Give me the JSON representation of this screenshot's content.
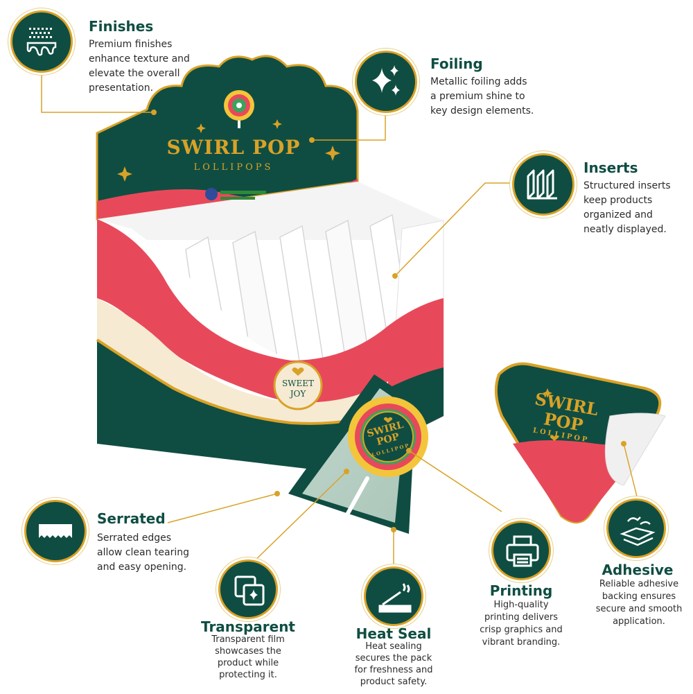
{
  "features": {
    "finishes": {
      "title": "Finishes",
      "lines": [
        "Premium finishes",
        "enhance texture and",
        "elevate the overall",
        "presentation."
      ],
      "icon": "drip-texture-icon"
    },
    "foiling": {
      "title": "Foiling",
      "lines": [
        "Metallic foiling adds",
        "a premium shine to",
        "key design elements."
      ],
      "icon": "sparkle-icon"
    },
    "inserts": {
      "title": "Inserts",
      "lines": [
        "Structured inserts",
        "keep products",
        "organized and",
        "neatly displayed."
      ],
      "icon": "insert-panels-icon"
    },
    "serrated": {
      "title": "Serrated",
      "lines": [
        "Serrated edges",
        "allow clean tearing",
        "and easy opening."
      ],
      "icon": "serrated-edge-icon"
    },
    "transparent": {
      "title": "Transparent",
      "lines": [
        "Transparent film",
        "showcases the",
        "product while",
        "protecting it."
      ],
      "icon": "transparent-film-icon"
    },
    "heat_seal": {
      "title": "Heat Seal",
      "lines": [
        "Heat sealing",
        "secures the pack",
        "for freshness and",
        "product safety."
      ],
      "icon": "heat-seal-icon"
    },
    "printing": {
      "title": "Printing",
      "lines": [
        "High-quality",
        "printing delivers",
        "crisp graphics and",
        "vibrant branding."
      ],
      "icon": "printer-icon"
    },
    "adhesive": {
      "title": "Adhesive",
      "lines": [
        "Reliable adhesive",
        "backing ensures",
        "secure and smooth",
        "application."
      ],
      "icon": "adhesive-layer-icon"
    }
  },
  "product": {
    "brand_line1": "SWIRL POP",
    "brand_sub": "LOLLIPOPS",
    "seal_line1": "SWEET",
    "seal_line2": "JOY",
    "wrapper_line1": "SWIRL",
    "wrapper_line2": "POP",
    "wrapper_sub": "LOLLIPOP",
    "sticker_line1": "SWIRL",
    "sticker_line2": "POP",
    "sticker_sub": "LOLLIPOP"
  },
  "colors": {
    "brand_green": "#0f4d42",
    "gold": "#d9a227",
    "red": "#e8495a",
    "cream": "#f6ead2"
  }
}
